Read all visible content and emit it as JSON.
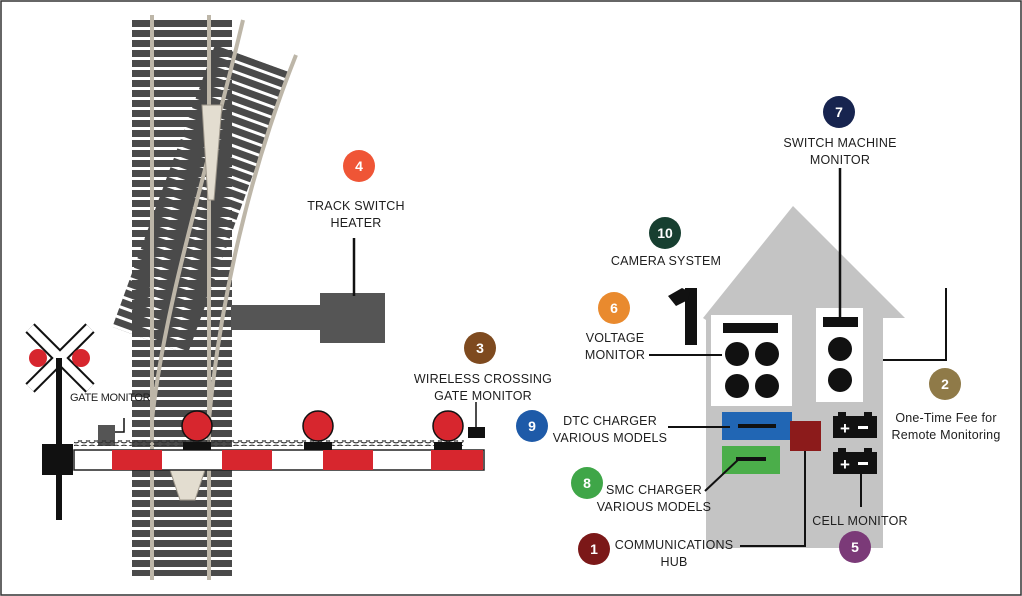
{
  "colors": {
    "badge_1": "#7b1818",
    "badge_2": "#8f7a48",
    "badge_3": "#7e4a1f",
    "badge_4": "#ef5536",
    "badge_5": "#7b3a78",
    "badge_6": "#e98a2e",
    "badge_7": "#17244f",
    "badge_8": "#3fa648",
    "badge_9": "#1e5aa8",
    "badge_10": "#173f30",
    "track": "#4a4a4a",
    "rail": "#bdb6a8",
    "building": "#c4c4c4",
    "heater": "#555555",
    "lamp": "#d7262e",
    "gate_stripe": "#d7262e",
    "dtc_charger": "#2166b4",
    "smc_charger": "#4bae4a",
    "hub": "#8c1b1b"
  },
  "icons": [
    "crossbuck-icon",
    "camera-icon",
    "battery-icon",
    "rail-switch-icon",
    "signal-lamp-icon"
  ],
  "labels": {
    "track_switch_heater": [
      "TRACK SWITCH",
      "HEATER"
    ],
    "wireless_gate_monitor": [
      "WIRELESS CROSSING",
      "GATE MONITOR"
    ],
    "gate_monitor": "GATE MONITOR",
    "switch_machine_monitor": [
      "SWITCH MACHINE",
      "MONITOR"
    ],
    "camera_system": "CAMERA SYSTEM",
    "voltage_monitor": [
      "VOLTAGE",
      "MONITOR"
    ],
    "one_time_fee": [
      "One-Time Fee for",
      "Remote Monitoring"
    ],
    "dtc_charger": [
      "DTC CHARGER",
      "VARIOUS MODELS"
    ],
    "smc_charger": [
      "SMC CHARGER",
      "VARIOUS MODELS"
    ],
    "cell_monitor": "CELL MONITOR",
    "communications_hub": [
      "COMMUNICATIONS",
      "HUB"
    ]
  },
  "badges": {
    "b1": "1",
    "b2": "2",
    "b3": "3",
    "b4": "4",
    "b5": "5",
    "b6": "6",
    "b7": "7",
    "b8": "8",
    "b9": "9",
    "b10": "10"
  }
}
